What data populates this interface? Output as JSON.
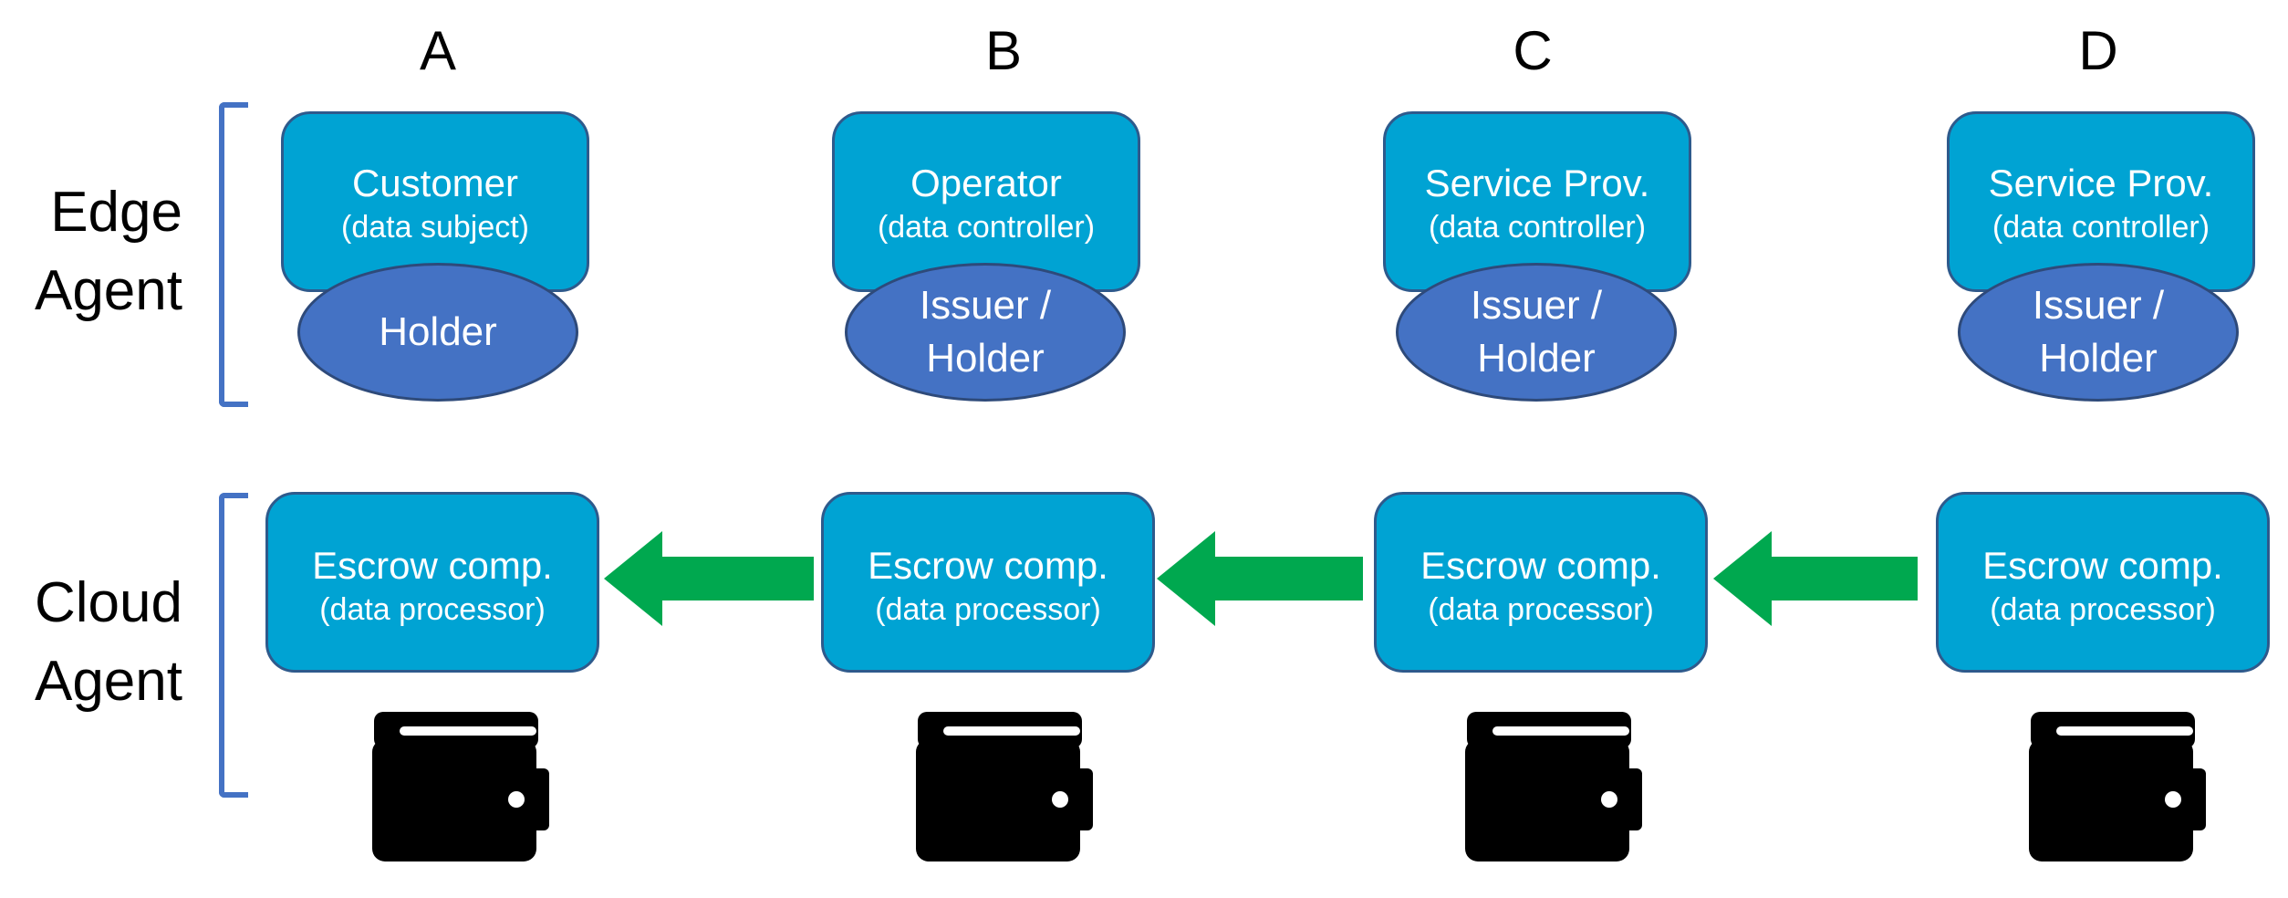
{
  "columns": [
    {
      "letter": "A",
      "edge": {
        "title": "Customer",
        "subtitle": "(data subject)"
      },
      "role": "Holder",
      "cloud": {
        "title": "Escrow comp.",
        "subtitle": "(data processor)"
      }
    },
    {
      "letter": "B",
      "edge": {
        "title": "Operator",
        "subtitle": "(data controller)"
      },
      "role": "Issuer /\nHolder",
      "cloud": {
        "title": "Escrow comp.",
        "subtitle": "(data processor)"
      }
    },
    {
      "letter": "C",
      "edge": {
        "title": "Service Prov.",
        "subtitle": "(data controller)"
      },
      "role": "Issuer /\nHolder",
      "cloud": {
        "title": "Escrow comp.",
        "subtitle": "(data processor)"
      }
    },
    {
      "letter": "D",
      "edge": {
        "title": "Service Prov.",
        "subtitle": "(data controller)"
      },
      "role": "Issuer /\nHolder",
      "cloud": {
        "title": "Escrow comp.",
        "subtitle": "(data processor)"
      }
    }
  ],
  "rows": {
    "edge": {
      "line1": "Edge",
      "line2": "Agent"
    },
    "cloud": {
      "line1": "Cloud",
      "line2": "Agent"
    }
  },
  "colors": {
    "box": "#00a3d3",
    "oval": "#4472c4",
    "arrow": "#00a84f",
    "bracket": "#4472c4",
    "wallet": "#000000"
  },
  "icons": {
    "wallet": "wallet-icon",
    "arrow": "left-arrow-icon"
  }
}
